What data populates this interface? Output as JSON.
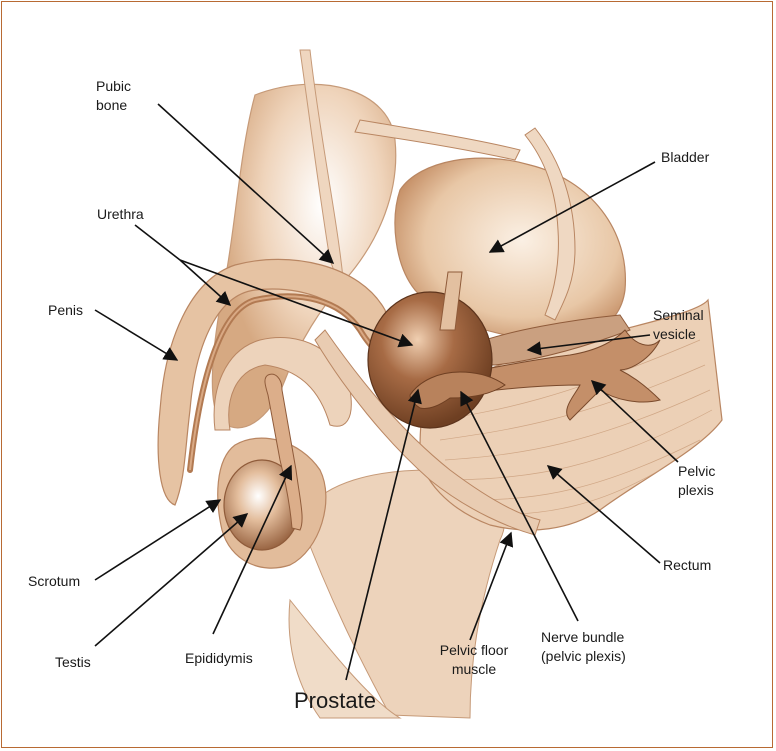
{
  "labels": {
    "pubic_bone": "Pubic\nbone",
    "bladder": "Bladder",
    "urethra": "Urethra",
    "seminal_vesicle": "Seminal\nvesicle",
    "penis": "Penis",
    "pelvic_plexis": "Pelvic\nplexis",
    "rectum": "Rectum",
    "scrotum": "Scrotum",
    "testis": "Testis",
    "epididymis": "Epididymis",
    "pelvic_floor_muscle": "Pelvic floor\nmuscle",
    "nerve_bundle": "Nerve bundle\n(pelvic plexis)",
    "prostate": "Prostate"
  },
  "colors": {
    "frame": "#b86a33",
    "tissue_light": "#f2dcc4",
    "tissue_mid": "#d9ad8a",
    "tissue_dark": "#a8734e",
    "prostate": "#8a5433",
    "leader": "#111111"
  }
}
